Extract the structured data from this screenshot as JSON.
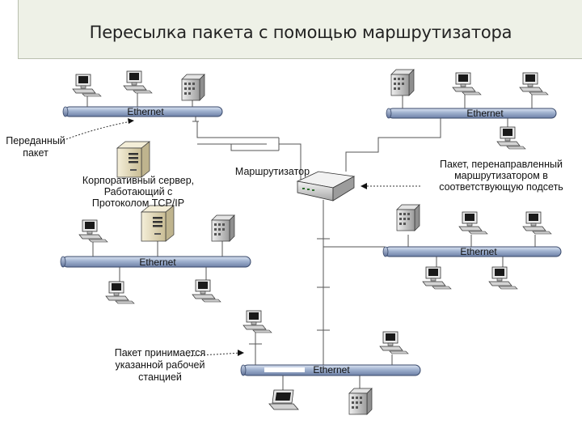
{
  "title": "Пересылка пакета с помощью маршрутизатора",
  "ethernet_labels": [
    "Ethernet",
    "Ethernet",
    "Ethernet",
    "Ethernet"
  ],
  "labels": {
    "sent_packet": [
      "Переданный",
      "пакет"
    ],
    "corporate_server": [
      "Корпоративный сервер,",
      "Работающий с",
      "Протоколом TCP/IP"
    ],
    "router": "Маршрутизатор",
    "redirected_packet": [
      "Пакет, перенаправленный",
      "маршрутизатором в",
      "соответствующую подсеть"
    ],
    "received_packet": [
      "Пакет принимается",
      "указанной рабочей",
      "станцией"
    ]
  },
  "icons": {
    "workstation": "workstation-icon",
    "server": "server-icon",
    "router": "router-icon",
    "laptop": "laptop-icon"
  }
}
